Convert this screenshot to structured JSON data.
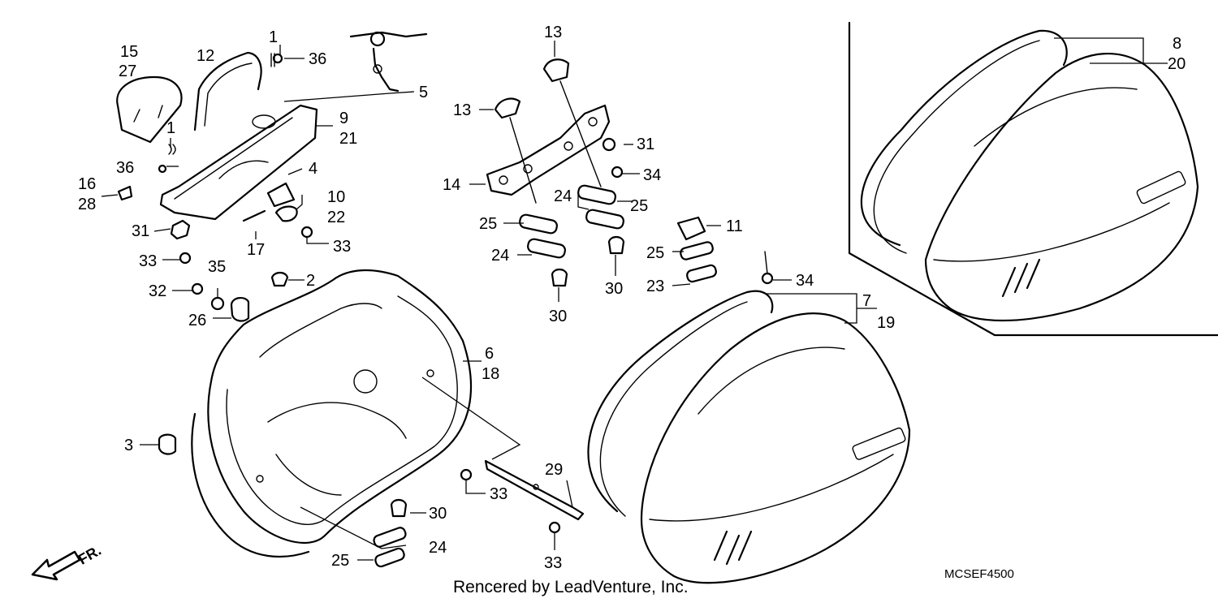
{
  "diagram": {
    "diagram_code": "MCSEF4500",
    "footer_text": "Rencered by LeadVenture, Inc.",
    "direction_label": "FR.",
    "callouts": [
      {
        "id": "c-15",
        "text": "15"
      },
      {
        "id": "c-27",
        "text": "27"
      },
      {
        "id": "c-12",
        "text": "12"
      },
      {
        "id": "c-1a",
        "text": "1"
      },
      {
        "id": "c-36a",
        "text": "36"
      },
      {
        "id": "c-5",
        "text": "5"
      },
      {
        "id": "c-9",
        "text": "9"
      },
      {
        "id": "c-21",
        "text": "21"
      },
      {
        "id": "c-1b",
        "text": "1"
      },
      {
        "id": "c-36b",
        "text": "36"
      },
      {
        "id": "c-4",
        "text": "4"
      },
      {
        "id": "c-16",
        "text": "16"
      },
      {
        "id": "c-28",
        "text": "28"
      },
      {
        "id": "c-10",
        "text": "10"
      },
      {
        "id": "c-22",
        "text": "22"
      },
      {
        "id": "c-31a",
        "text": "31"
      },
      {
        "id": "c-17",
        "text": "17"
      },
      {
        "id": "c-33a",
        "text": "33"
      },
      {
        "id": "c-33b",
        "text": "33"
      },
      {
        "id": "c-35",
        "text": "35"
      },
      {
        "id": "c-2",
        "text": "2"
      },
      {
        "id": "c-32",
        "text": "32"
      },
      {
        "id": "c-26",
        "text": "26"
      },
      {
        "id": "c-6",
        "text": "6"
      },
      {
        "id": "c-18",
        "text": "18"
      },
      {
        "id": "c-3",
        "text": "3"
      },
      {
        "id": "c-13a",
        "text": "13"
      },
      {
        "id": "c-13b",
        "text": "13"
      },
      {
        "id": "c-31b",
        "text": "31"
      },
      {
        "id": "c-34a",
        "text": "34"
      },
      {
        "id": "c-14",
        "text": "14"
      },
      {
        "id": "c-24a",
        "text": "24"
      },
      {
        "id": "c-25a",
        "text": "25"
      },
      {
        "id": "c-25b",
        "text": "25"
      },
      {
        "id": "c-24b",
        "text": "24"
      },
      {
        "id": "c-30a",
        "text": "30"
      },
      {
        "id": "c-30b",
        "text": "30"
      },
      {
        "id": "c-11",
        "text": "11"
      },
      {
        "id": "c-25c",
        "text": "25"
      },
      {
        "id": "c-23",
        "text": "23"
      },
      {
        "id": "c-34b",
        "text": "34"
      },
      {
        "id": "c-8",
        "text": "8"
      },
      {
        "id": "c-20",
        "text": "20"
      },
      {
        "id": "c-7",
        "text": "7"
      },
      {
        "id": "c-19",
        "text": "19"
      },
      {
        "id": "c-29",
        "text": "29"
      },
      {
        "id": "c-33c",
        "text": "33"
      },
      {
        "id": "c-30c",
        "text": "30"
      },
      {
        "id": "c-24c",
        "text": "24"
      },
      {
        "id": "c-25d",
        "text": "25"
      },
      {
        "id": "c-33d",
        "text": "33"
      }
    ]
  }
}
